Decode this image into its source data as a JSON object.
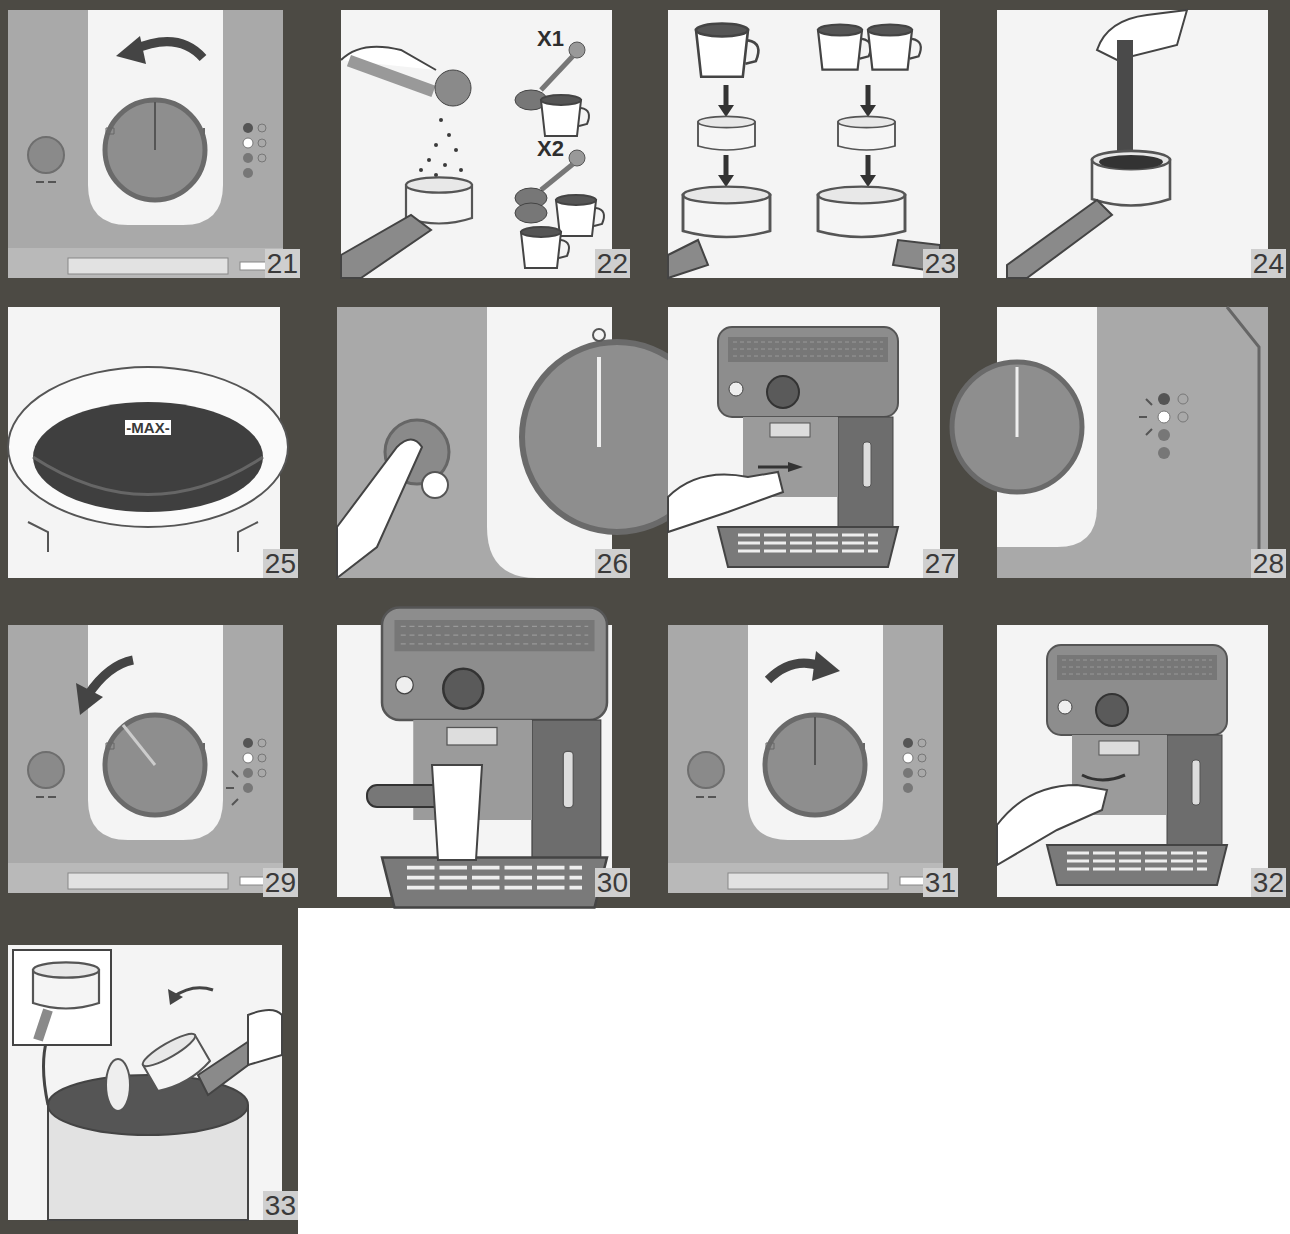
{
  "diagram": {
    "labels": [
      "21",
      "X1",
      "X2",
      "22",
      "23",
      "24",
      "-MAX-",
      "25",
      "26",
      "27",
      "28",
      "29",
      "30",
      "31",
      "32",
      "33"
    ]
  }
}
